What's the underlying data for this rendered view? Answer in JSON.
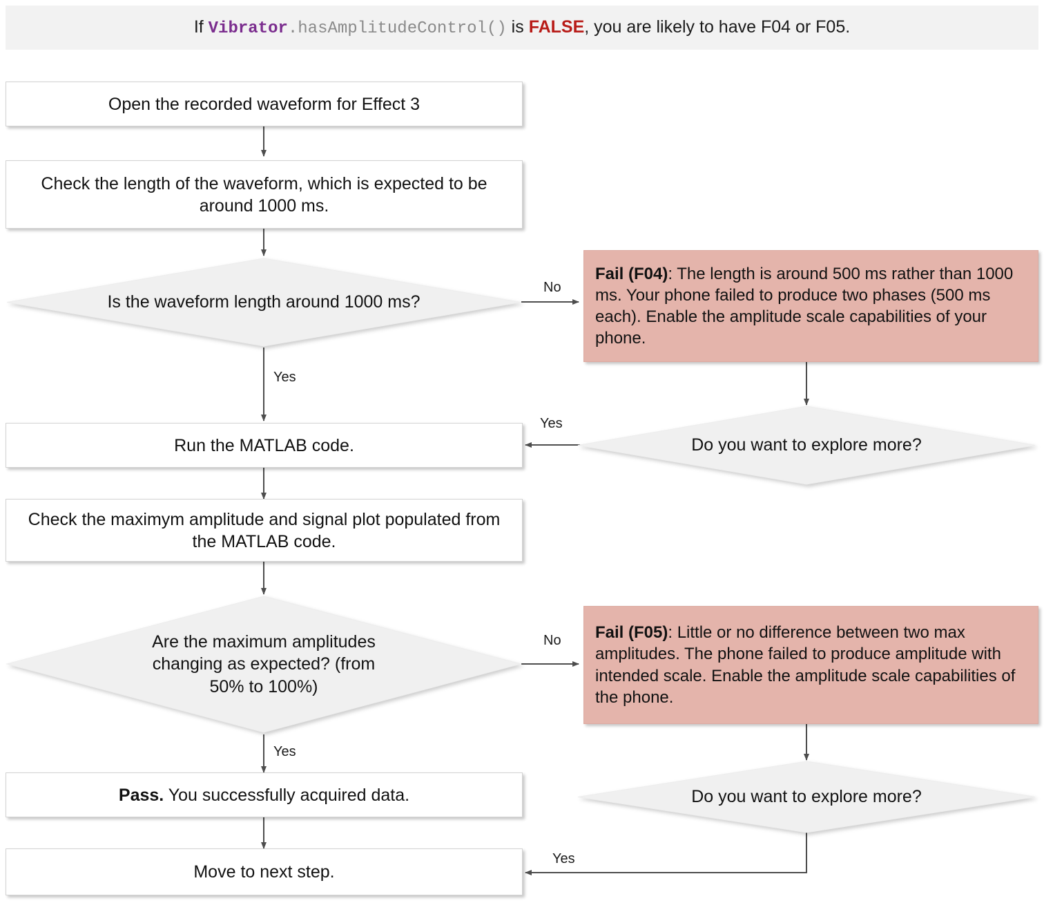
{
  "banner": {
    "prefix": "If ",
    "class_name": "Vibrator",
    "method": ".hasAmplitudeControl()",
    "mid": " is ",
    "keyword": "FALSE",
    "suffix": ", you are likely to have F04 or F05.",
    "background": "#f2f2f2",
    "class_color": "#7b2d8e",
    "method_color": "#8a8a8a",
    "keyword_color": "#b81c18"
  },
  "colors": {
    "process_fill": "#ffffff",
    "process_border": "#d2d2d2",
    "decision_fill": "#f0f0f0",
    "decision_border": "#ededed",
    "fail_fill": "#e4b4ab",
    "edge": "#4d4d4d",
    "text": "#111111"
  },
  "nodes": {
    "open_waveform": {
      "text": "Open the recorded waveform for Effect 3"
    },
    "check_length": {
      "text": "Check the length of the waveform, which is expected to be around 1000 ms."
    },
    "q_length": {
      "text": "Is the waveform length around 1000 ms?"
    },
    "fail_f04": {
      "title": "Fail (F04)",
      "body": ": The length is around 500 ms rather than 1000 ms. Your phone failed to produce two phases (500 ms each). Enable the amplitude scale capabilities of your phone."
    },
    "explore_top": {
      "text": "Do you want to explore more?"
    },
    "run_matlab": {
      "text": "Run the MATLAB code."
    },
    "check_amplitude": {
      "text": "Check the maximym amplitude and signal plot populated from the MATLAB code."
    },
    "q_amplitude": {
      "text": "Are the maximum amplitudes changing as expected? (from 50% to 100%)"
    },
    "fail_f05": {
      "title": "Fail (F05)",
      "body": ": Little or no difference between two max amplitudes. The phone failed to produce amplitude with intended scale. Enable the amplitude scale capabilities of the phone."
    },
    "explore_bottom": {
      "text": "Do you want to explore more?"
    },
    "pass": {
      "title": "Pass.",
      "body": " You successfully acquired data."
    },
    "next_step": {
      "text": "Move to next step."
    }
  },
  "edge_labels": {
    "no_length": "No",
    "yes_length": "Yes",
    "yes_explore_top": "Yes",
    "no_amplitude": "No",
    "yes_amplitude": "Yes",
    "yes_explore_bottom": "Yes"
  },
  "chart_data": {
    "type": "table",
    "title": "Effect 3 waveform troubleshooting flowchart",
    "flow": [
      {
        "id": "open_waveform",
        "shape": "process",
        "label": "Open the recorded waveform for Effect 3",
        "next": "check_length"
      },
      {
        "id": "check_length",
        "shape": "process",
        "label": "Check the length of the waveform, which is expected to be around 1000 ms.",
        "next": "q_length"
      },
      {
        "id": "q_length",
        "shape": "decision",
        "label": "Is the waveform length around 1000 ms?",
        "yes": "run_matlab",
        "no": "fail_f04"
      },
      {
        "id": "fail_f04",
        "shape": "fail",
        "label": "Fail (F04): The length is around 500 ms rather than 1000 ms. Your phone failed to produce two phases (500 ms each). Enable the amplitude scale capabilities of your phone.",
        "next": "explore_top"
      },
      {
        "id": "explore_top",
        "shape": "decision",
        "label": "Do you want to explore more?",
        "yes": "run_matlab"
      },
      {
        "id": "run_matlab",
        "shape": "process",
        "label": "Run the MATLAB code.",
        "next": "check_amplitude"
      },
      {
        "id": "check_amplitude",
        "shape": "process",
        "label": "Check the maximym amplitude and signal plot populated from the MATLAB code.",
        "next": "q_amplitude"
      },
      {
        "id": "q_amplitude",
        "shape": "decision",
        "label": "Are the maximum amplitudes changing as expected? (from 50% to 100%)",
        "yes": "pass",
        "no": "fail_f05"
      },
      {
        "id": "fail_f05",
        "shape": "fail",
        "label": "Fail (F05): Little or no difference between two max amplitudes. The phone failed to produce amplitude with intended scale. Enable the amplitude scale capabilities of the phone.",
        "next": "explore_bottom"
      },
      {
        "id": "explore_bottom",
        "shape": "decision",
        "label": "Do you want to explore more?",
        "yes": "next_step"
      },
      {
        "id": "pass",
        "shape": "process",
        "label": "Pass. You successfully acquired data.",
        "next": "next_step"
      },
      {
        "id": "next_step",
        "shape": "process",
        "label": "Move to next step."
      }
    ]
  }
}
